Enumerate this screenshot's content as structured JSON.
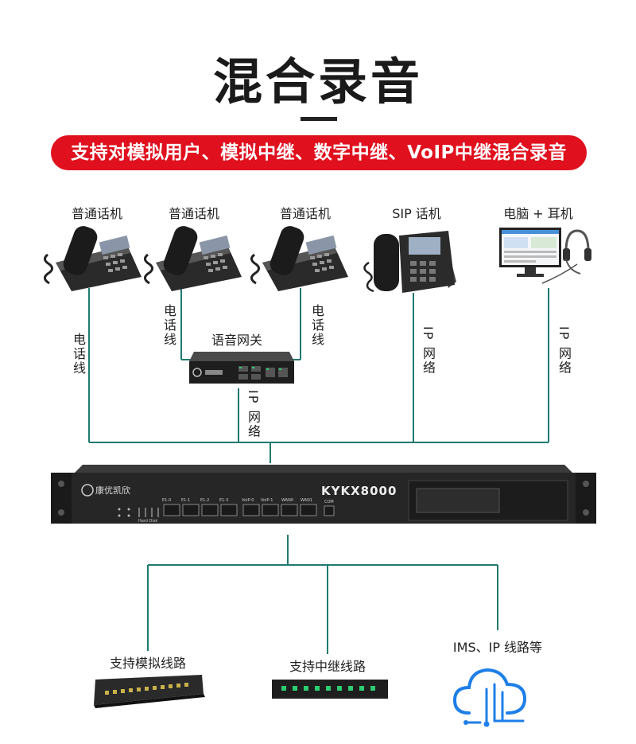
{
  "header": {
    "title": "混合录音",
    "subtitle": "支持对模拟用户、模拟中继、数字中继、VoIP中继混合录音"
  },
  "top_devices": {
    "phone1": "普通话机",
    "phone2": "普通话机",
    "phone3": "普通话机",
    "sip_phone": "SIP 话机",
    "pc_headset": "电脑 + 耳机"
  },
  "gateway": {
    "label": "语音网关"
  },
  "links": {
    "phone_line_left": "电话线",
    "phone_line_mid": "电话线",
    "phone_line_right": "电话线",
    "ip_gateway": "IP 网络",
    "ip_sip": "IP 网络",
    "ip_pc": "IP 网络"
  },
  "recorder": {
    "brand": "康优凯欣",
    "model": "KYKX8000",
    "ports": [
      "E1-0",
      "E1-1",
      "E1-2",
      "E1-3",
      "VoIP-0",
      "VoIP-1",
      "WAN0",
      "WAN1"
    ],
    "com_label": "COM",
    "hard_disk_label": "Hard Disk"
  },
  "bottom_devices": {
    "analog": "支持模拟线路",
    "trunk": "支持中继线路",
    "ims": "IMS、IP 线路等"
  },
  "colors": {
    "accent_red": "#e0101e",
    "wire": "#1f7a70",
    "cloud_blue": "#1e7fe8"
  }
}
